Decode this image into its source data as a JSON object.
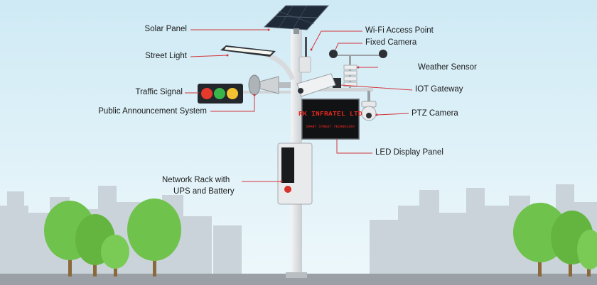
{
  "labels": {
    "solar_panel": "Solar Panel",
    "street_light": "Street Light",
    "traffic_signal": "Traffic Signal",
    "public_announcement": "Public Announcement System",
    "network_rack_line1": "Network Rack with",
    "network_rack_line2": "UPS and Battery",
    "wifi_access_point": "Wi-Fi Access Point",
    "fixed_camera": "Fixed Camera",
    "weather_sensor": "Weather Sensor",
    "iot_gateway": "IOT Gateway",
    "ptz_camera": "PTZ Camera",
    "led_display_panel": "LED Display Panel"
  },
  "led_display": {
    "brand_text": "RK INFRATEL LTD",
    "sub_text": "SMART STREET TECHNOLOGY"
  },
  "colors": {
    "sky_top": "#d4eef7",
    "sky_bottom": "#eaf6fa",
    "leader_line": "#d4343c",
    "pole": "#e4e6e8",
    "tree": "#6fc24b",
    "led_text": "#e8281e"
  }
}
